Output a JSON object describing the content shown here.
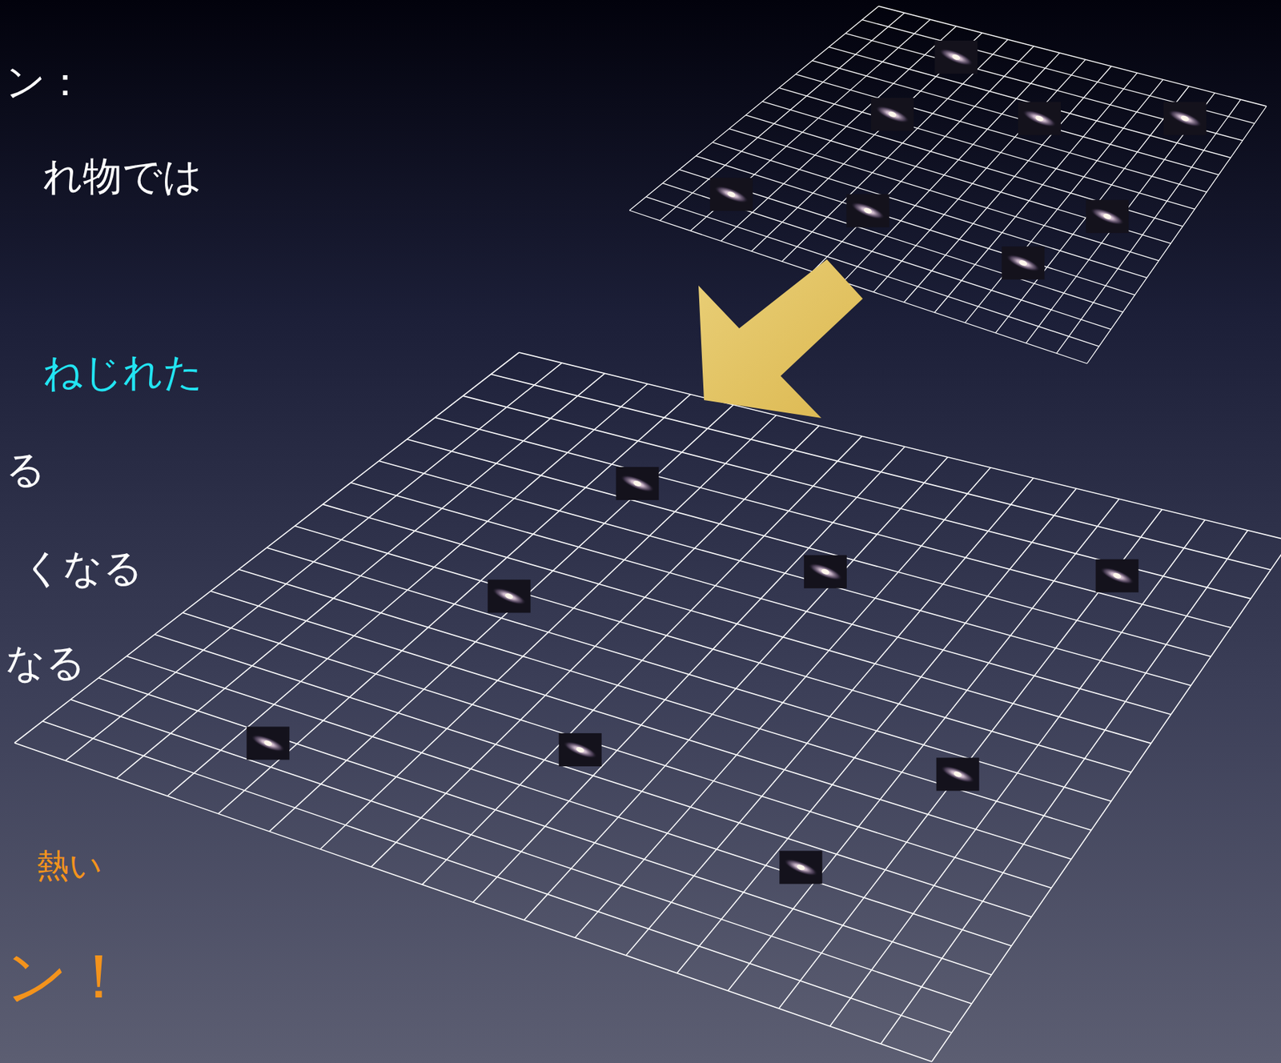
{
  "diagram": {
    "labels": [
      "ン：",
      "れ物では",
      "ねじれた",
      "る",
      "くなる",
      "なる",
      "熱い",
      "ン！"
    ]
  }
}
